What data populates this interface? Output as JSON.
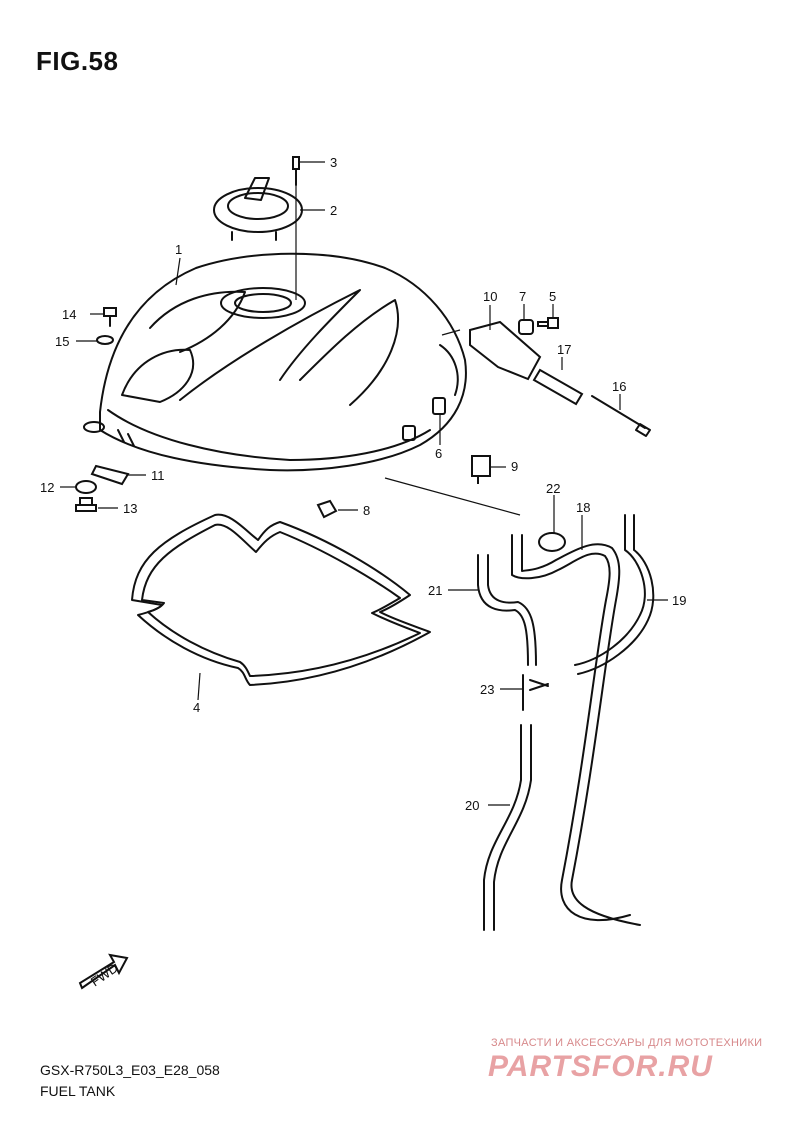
{
  "figure": {
    "title": "FIG.58"
  },
  "callouts": [
    {
      "id": "c1",
      "text": "1"
    },
    {
      "id": "c2",
      "text": "2"
    },
    {
      "id": "c3",
      "text": "3"
    },
    {
      "id": "c4",
      "text": "4"
    },
    {
      "id": "c5",
      "text": "5"
    },
    {
      "id": "c6",
      "text": "6"
    },
    {
      "id": "c7",
      "text": "7"
    },
    {
      "id": "c8",
      "text": "8"
    },
    {
      "id": "c9",
      "text": "9"
    },
    {
      "id": "c10",
      "text": "10"
    },
    {
      "id": "c11",
      "text": "11"
    },
    {
      "id": "c12",
      "text": "12"
    },
    {
      "id": "c13",
      "text": "13"
    },
    {
      "id": "c14",
      "text": "14"
    },
    {
      "id": "c15",
      "text": "15"
    },
    {
      "id": "c16",
      "text": "16"
    },
    {
      "id": "c17",
      "text": "17"
    },
    {
      "id": "c18",
      "text": "18"
    },
    {
      "id": "c19",
      "text": "19"
    },
    {
      "id": "c20",
      "text": "20"
    },
    {
      "id": "c21",
      "text": "21"
    },
    {
      "id": "c22",
      "text": "22"
    },
    {
      "id": "c23",
      "text": "23"
    }
  ],
  "fwd_label": "FWD",
  "footer": {
    "code": "GSX-R750L3_E03_E28_058",
    "name": "FUEL TANK"
  },
  "watermark": {
    "tagline": "ЗАПЧАСТИ И АКСЕССУАРЫ ДЛЯ МОТОТЕХНИКИ",
    "logo": "PARTSFOR.RU"
  },
  "colors": {
    "line": "#111111",
    "watermark": "#e8a2a4"
  }
}
